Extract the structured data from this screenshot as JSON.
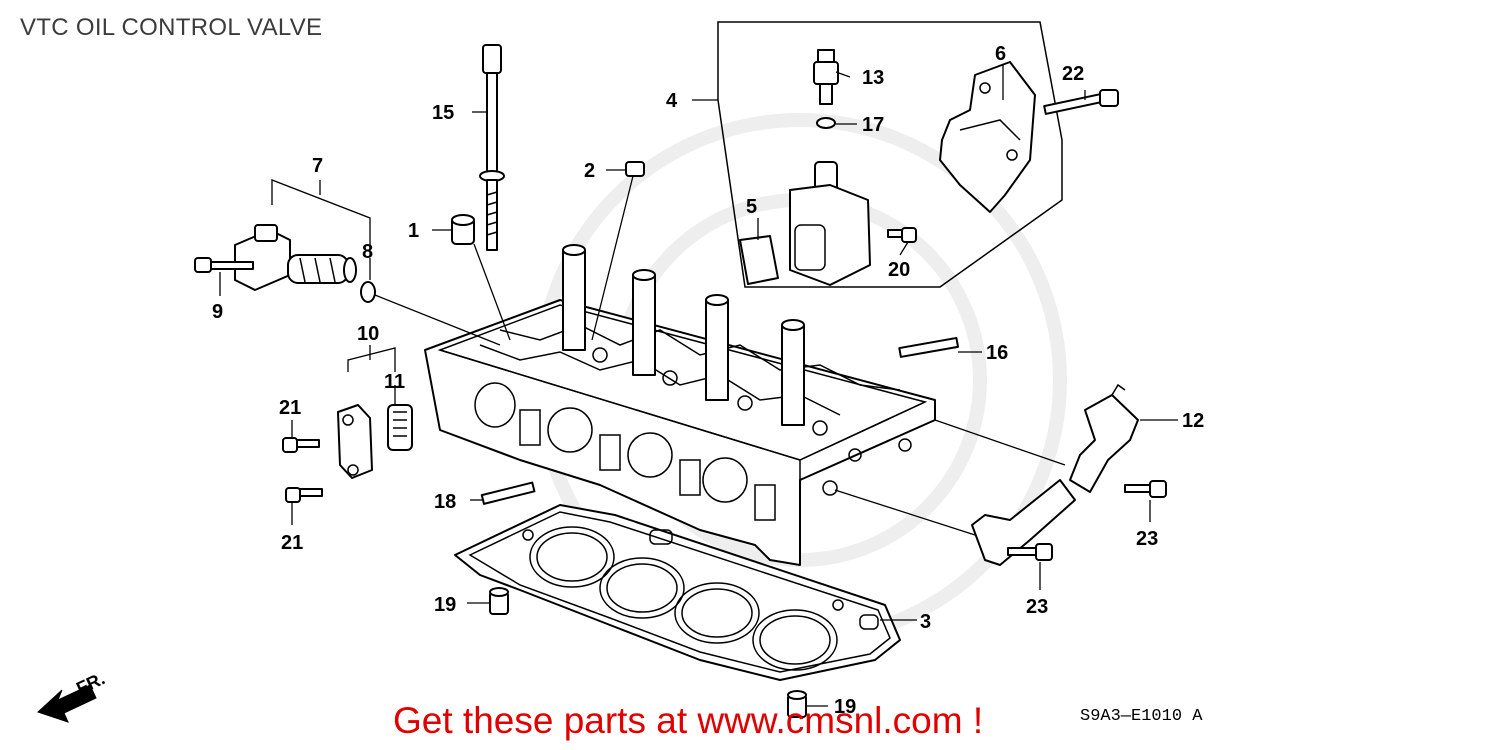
{
  "title": "VTC OIL CONTROL VALVE",
  "diagram_code": "S9A3—E1010 A",
  "direction_label": "FR.",
  "promo_text": "Get these parts at www.cmsnl.com !",
  "callouts": {
    "c1": "1",
    "c2": "2",
    "c3": "3",
    "c4": "4",
    "c5": "5",
    "c6": "6",
    "c7": "7",
    "c8": "8",
    "c9": "9",
    "c10": "10",
    "c11": "11",
    "c12": "12",
    "c13": "13",
    "c15": "15",
    "c16": "16",
    "c17": "17",
    "c18": "18",
    "c19a": "19",
    "c19b": "19",
    "c20": "20",
    "c21a": "21",
    "c21b": "21",
    "c22": "22",
    "c23a": "23",
    "c23b": "23"
  }
}
